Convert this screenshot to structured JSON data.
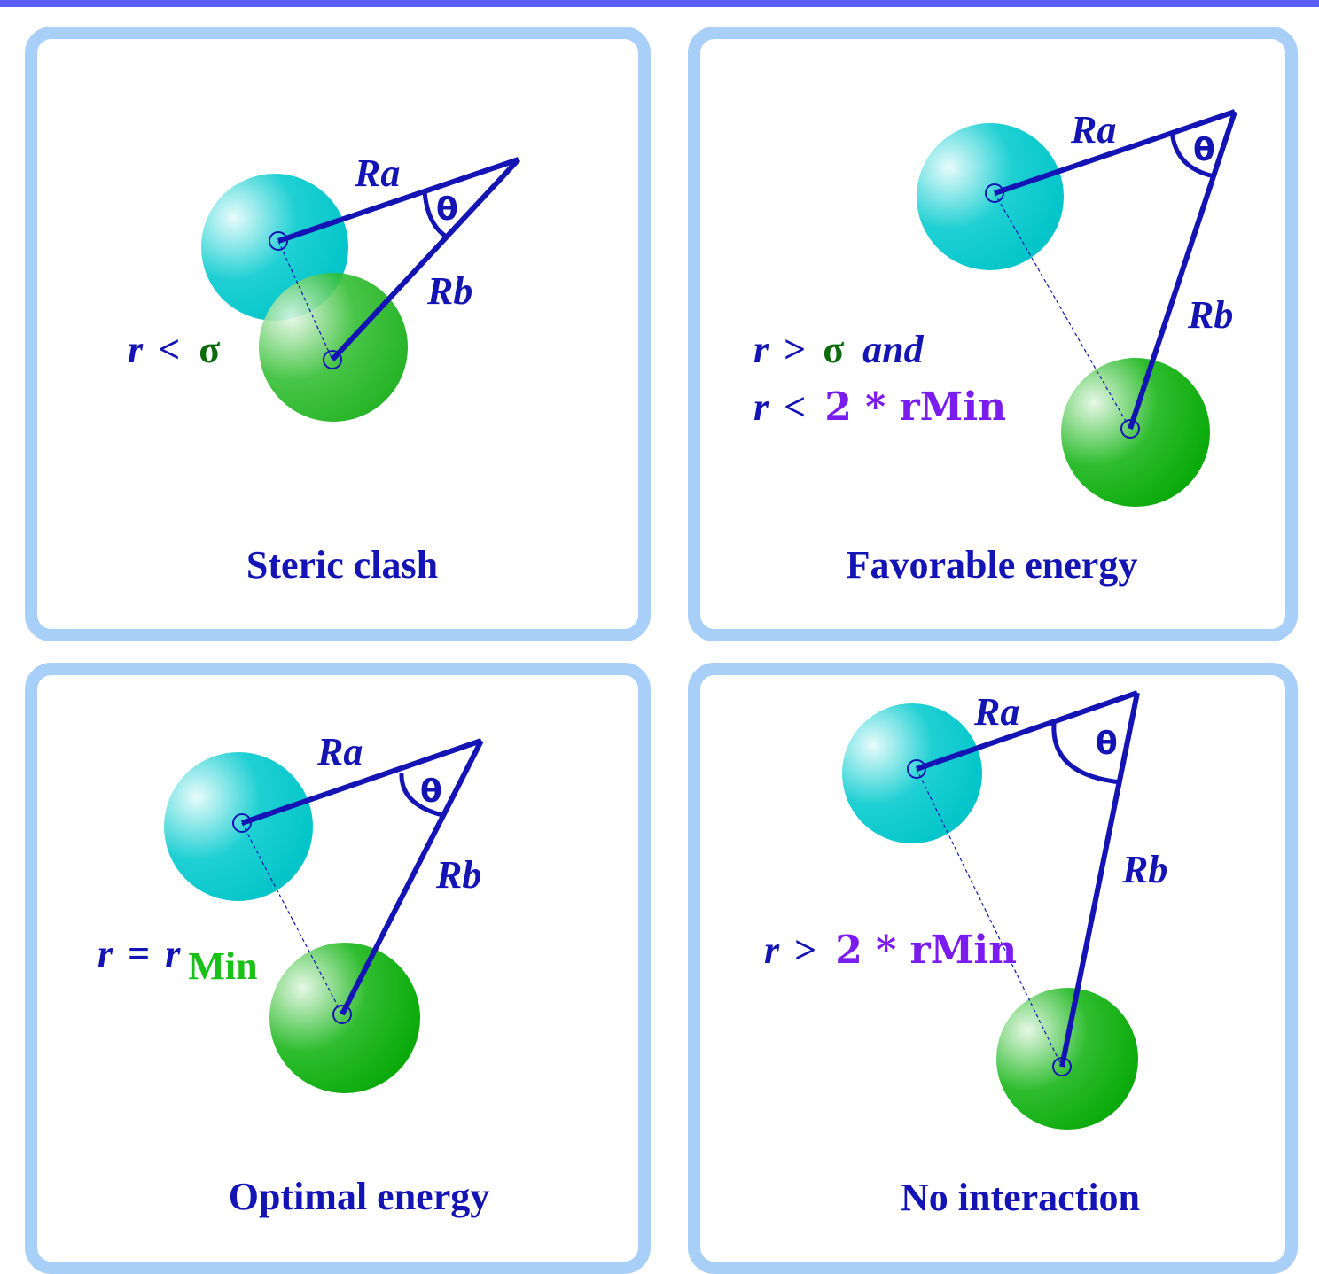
{
  "labels": {
    "ra": "Ra",
    "rb": "Rb",
    "theta": "θ"
  },
  "panels": [
    {
      "caption": "Steric clash",
      "condition": {
        "r": "r",
        "op": "<",
        "sigma": "σ"
      }
    },
    {
      "caption": "Favorable energy",
      "condition": {
        "line1_r": "r",
        "line1_op": ">",
        "line1_sigma": "σ",
        "line1_and": "and",
        "line2_r": "r",
        "line2_op": "<",
        "line2_expr": "2 * rMin"
      }
    },
    {
      "caption": "Optimal energy",
      "condition": {
        "r": "r",
        "op": "=",
        "r2": "r",
        "sub": "Min"
      }
    },
    {
      "caption": "No interaction",
      "condition": {
        "r": "r",
        "op": ">",
        "expr": "2 * rMin"
      }
    }
  ],
  "colors": {
    "frame": "#a8cff7",
    "topbar": "#5a5ef5",
    "text": "#1414b4",
    "sphere_a": "#00c8cc",
    "sphere_b": "#0aa80a",
    "accent_purple": "#7a1cf0"
  }
}
